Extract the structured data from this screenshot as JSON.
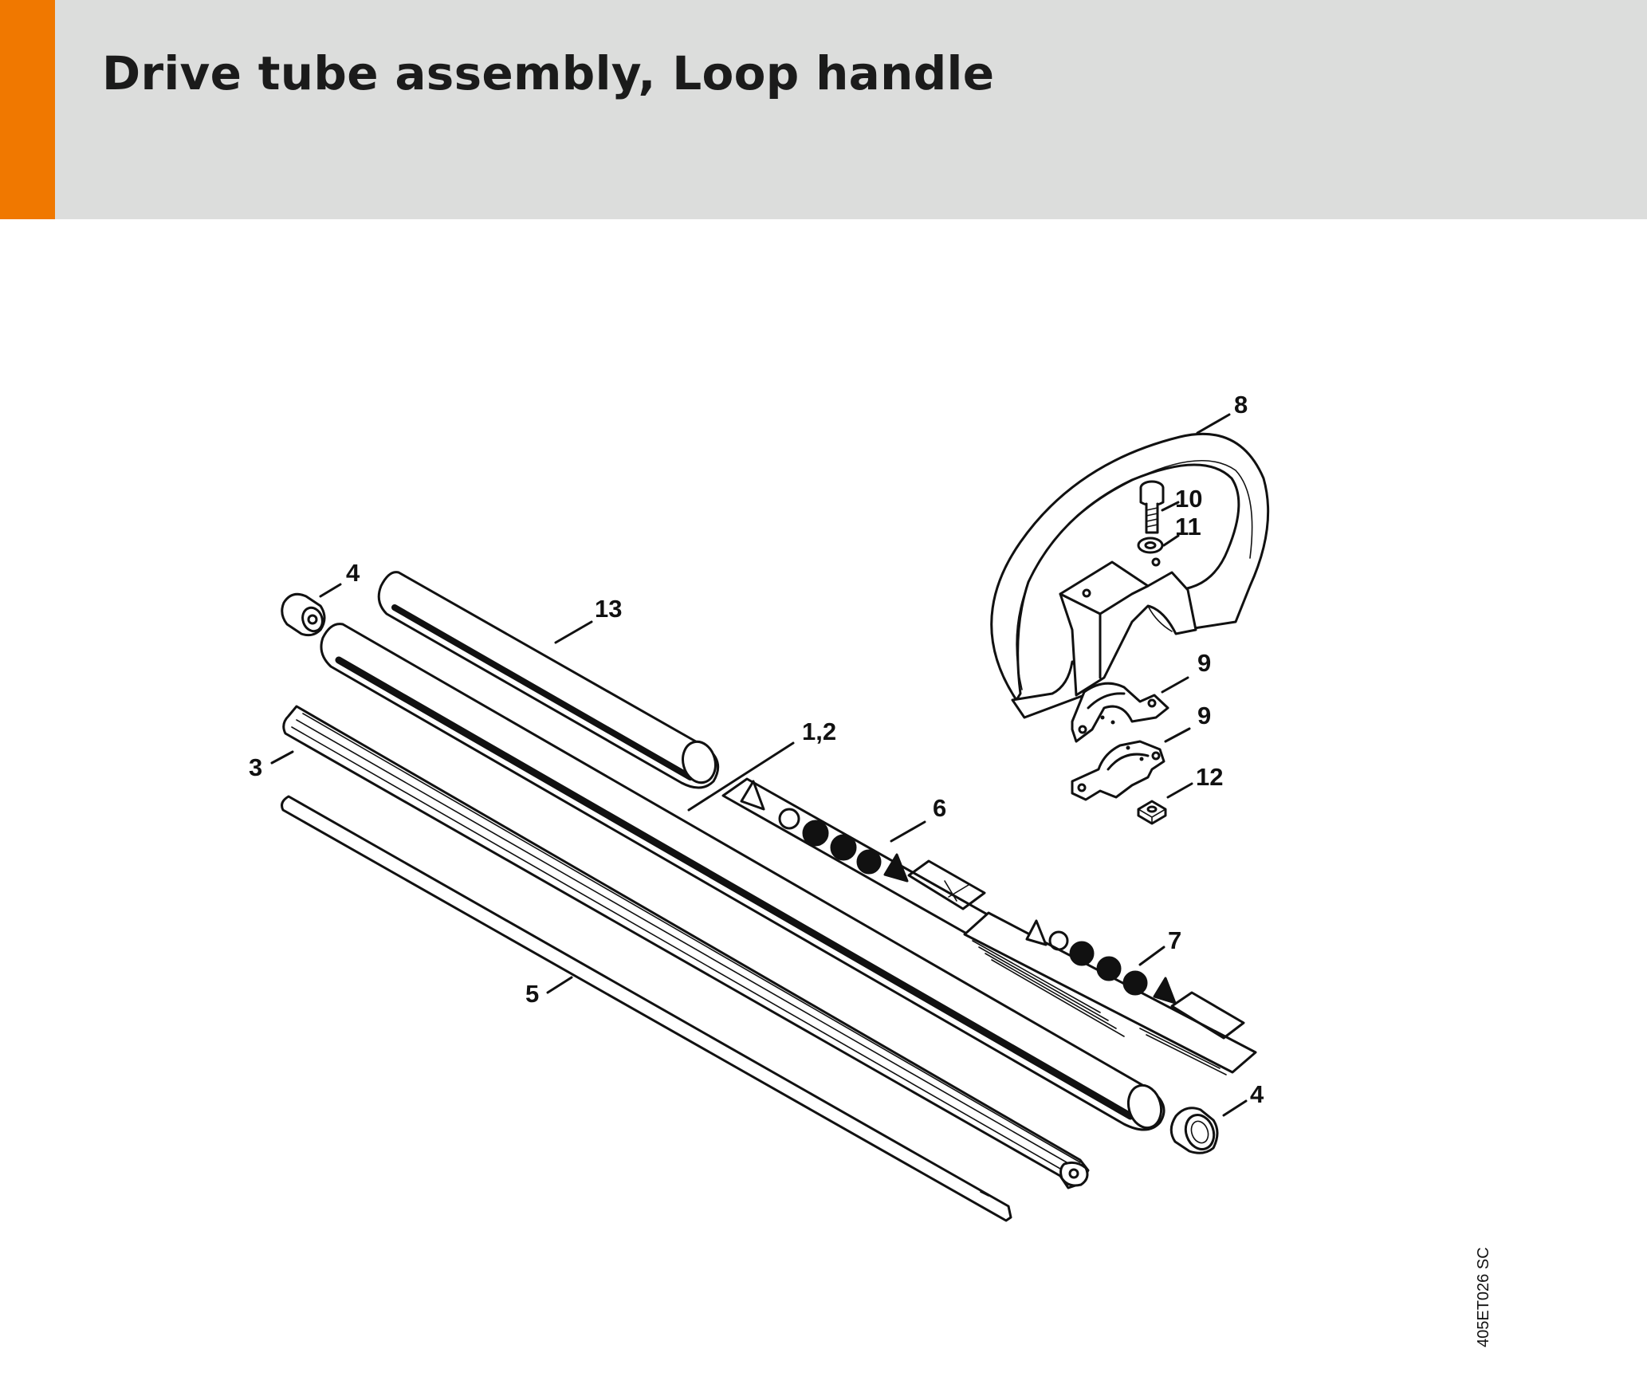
{
  "header": {
    "title": "Drive tube assembly, Loop handle",
    "accent_color": "#f07800",
    "band_color": "#dcdddc"
  },
  "callouts": [
    {
      "id": "c-8",
      "label": "8"
    },
    {
      "id": "c-10",
      "label": "10"
    },
    {
      "id": "c-11",
      "label": "11"
    },
    {
      "id": "c-4-top",
      "label": "4"
    },
    {
      "id": "c-13",
      "label": "13"
    },
    {
      "id": "c-9-upper",
      "label": "9"
    },
    {
      "id": "c-9-lower",
      "label": "9"
    },
    {
      "id": "c-1-2",
      "label": "1,2"
    },
    {
      "id": "c-3",
      "label": "3"
    },
    {
      "id": "c-12",
      "label": "12"
    },
    {
      "id": "c-6",
      "label": "6"
    },
    {
      "id": "c-7",
      "label": "7"
    },
    {
      "id": "c-5",
      "label": "5"
    },
    {
      "id": "c-4-bottom",
      "label": "4"
    }
  ],
  "reference_code": "405ET026 SC"
}
